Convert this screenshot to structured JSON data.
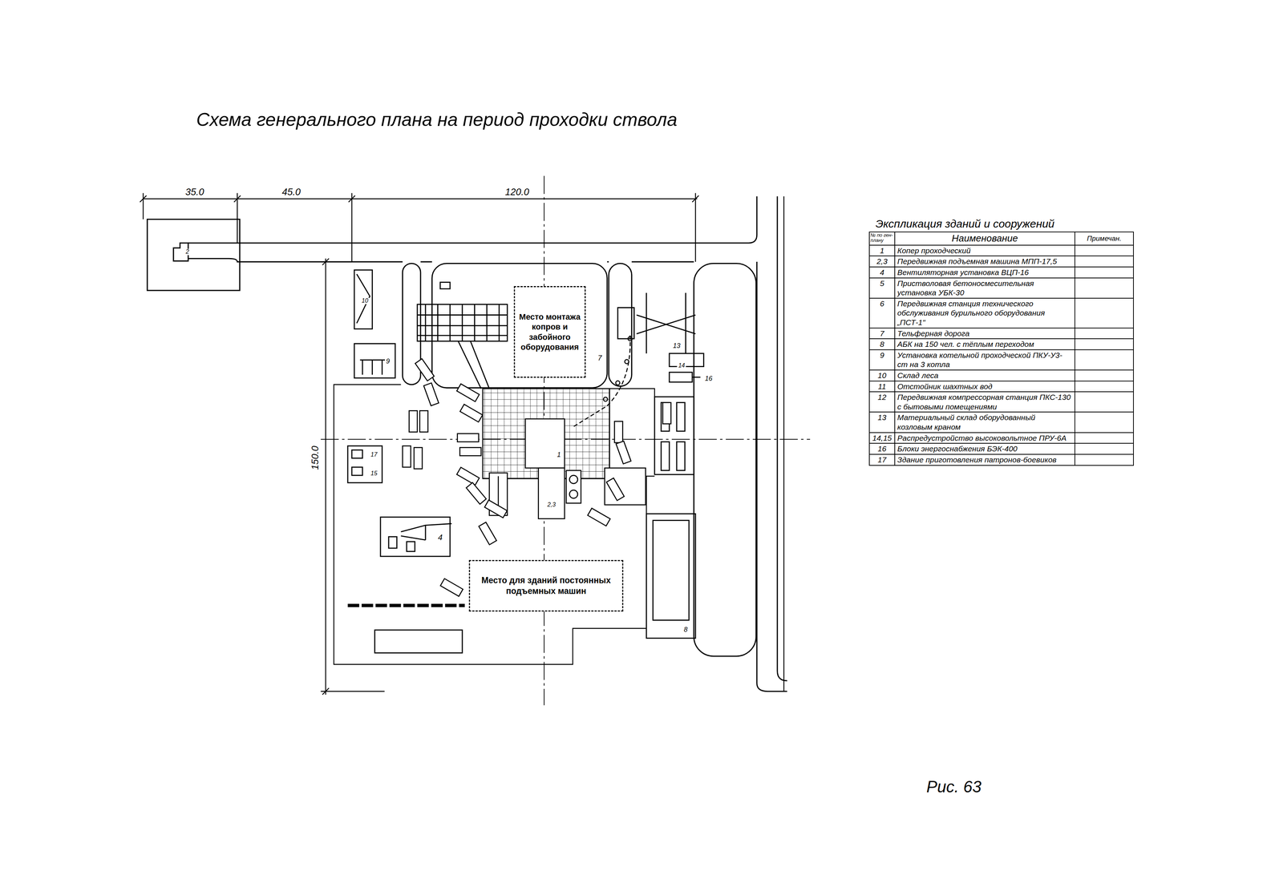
{
  "diagram": {
    "title": "Схема генерального плана на период проходки ствола",
    "caption": "Рис. 63",
    "nodes": [
      {
        "text": [
          "Место монтажа копров и забойного оборудования"
        ]
      },
      {
        "text": [
          "Место для зданий постоянных подъемных машин"
        ]
      }
    ],
    "labels": [
      "35.0",
      "45.0",
      "120.0",
      "150.0",
      "2",
      "10",
      "9",
      "7",
      "13",
      "14",
      "16",
      "1",
      "2,3",
      "17",
      "15",
      "4",
      "8",
      "Экспликация зданий и сооружений",
      "№ по ген-плану",
      "Наименование",
      "Примечан.",
      "1",
      "Копер проходческий",
      "2,3",
      "Передвижная подъемная машина МПП-17,5",
      "4",
      "Вентиляторная установка ВЦП-16",
      "5",
      "Пристволовая бетоносмесительная установка УБК-30",
      "6",
      "Передвижная станция технического обслуживания бурильного оборудования „ПСТ-1\"",
      "7",
      "Тельферная дорога",
      "8",
      "АБК на 150 чел. с тёплым переходом",
      "9",
      "Установка котельной проходческой ПКУ-У3-ст на 3 котла",
      "10",
      "Склад леса",
      "11",
      "Отстойник шахтных вод",
      "12",
      "Передвижная компрессорная станция ПКС-130 с бытовыми помещениями",
      "13",
      "Материальный склад оборудованный козловым краном",
      "14,15",
      "Распредустройство высоковольтное ПРУ-6А",
      "16",
      "Блоки энергоснабжения БЭК-400",
      "17",
      "Здание приготовления патронов-боевиков"
    ]
  }
}
